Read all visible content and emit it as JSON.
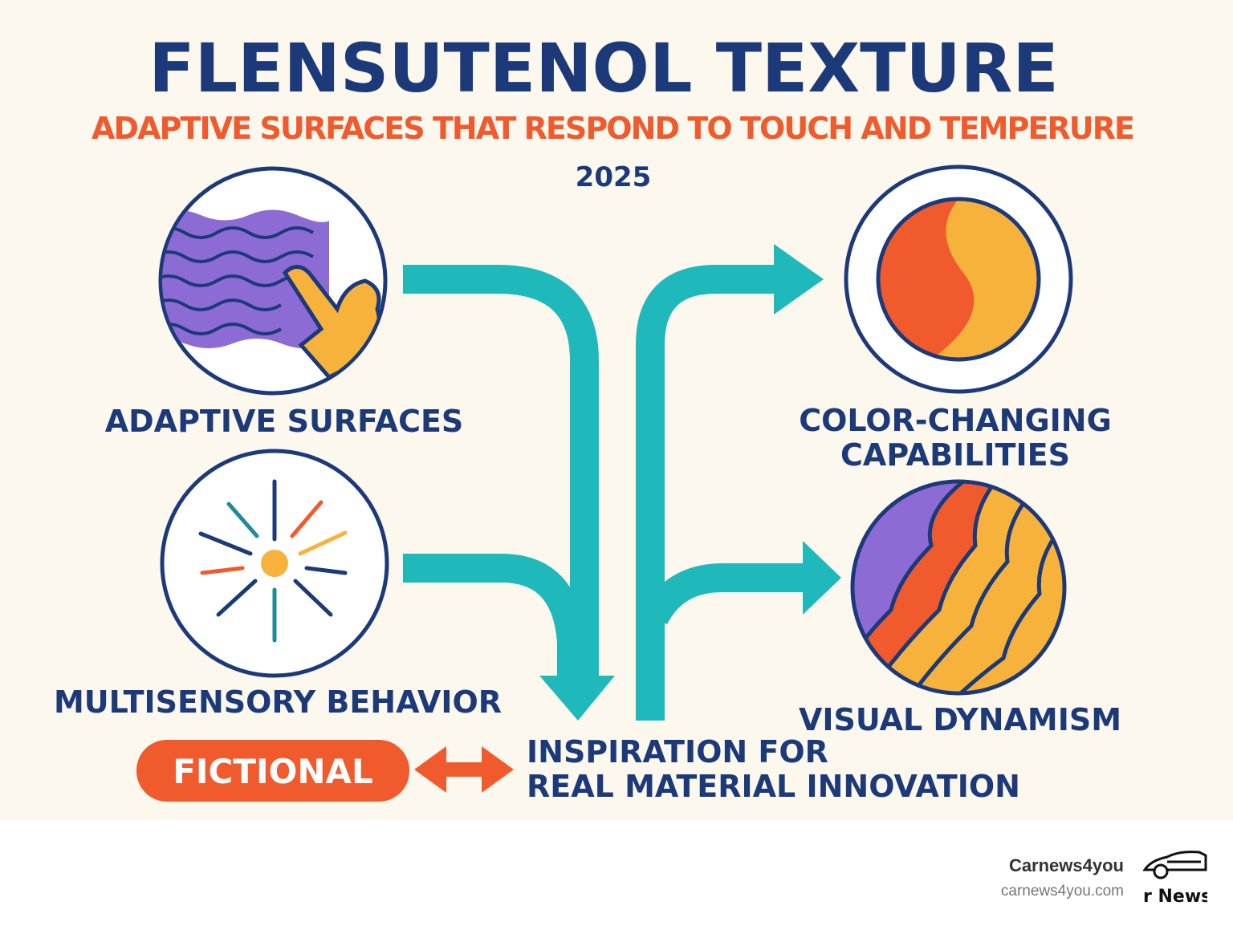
{
  "title": "FLENSUTENOL TEXTURE",
  "subtitle": "ADAPTIVE SURFACES THAT RESPOND TO TOUCH AND TEMPERURE",
  "year": "2025",
  "features": {
    "adaptive": "ADAPTIVE SURFACES",
    "multisensory": "MULTISENSORY BEHAVIOR",
    "color_line1": "COLOR-CHANGING",
    "color_line2": "CAPABILITIES",
    "visual": "VISUAL DYNAMISM"
  },
  "badge": "FICTIONAL",
  "inspiration_line1": "INSPIRATION FOR",
  "inspiration_line2": "REAL MATERIAL INNOVATION",
  "footer": {
    "brand": "Carnews4you",
    "url": "carnews4you.com",
    "logo_text": "r News"
  },
  "colors": {
    "navy": "#1c3a7a",
    "orange": "#f05a2c",
    "teal": "#1fb8bb",
    "purple": "#8d6bd4",
    "yellow": "#f7b23b",
    "background": "#fdf8ee"
  }
}
